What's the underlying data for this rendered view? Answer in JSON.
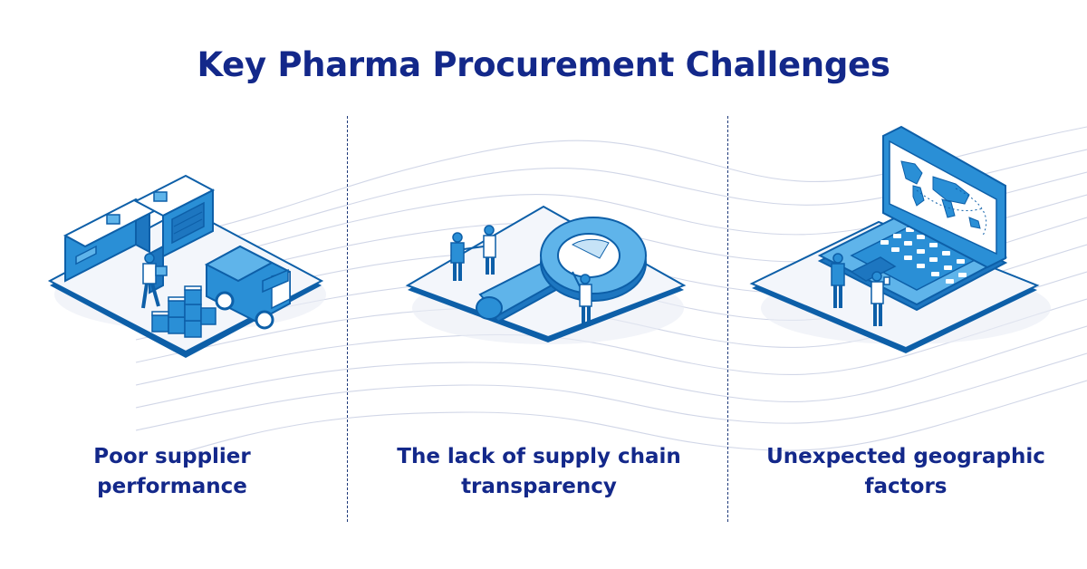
{
  "title": "Key Pharma Procurement Challenges",
  "colors": {
    "title": "#13288a",
    "illustration_primary": "#2a8fd6",
    "illustration_outline": "#0d5fa8",
    "illustration_light": "#5fb4ea",
    "platform_top": "#f3f6fb",
    "wave_lines": "#c9d0e3",
    "divider": "#1f3a7a"
  },
  "panels": [
    {
      "caption_line1": "Poor supplier",
      "caption_line2": "performance",
      "illustration": "warehouse-truck-boxes-icon"
    },
    {
      "caption_line1": "The lack of supply chain",
      "caption_line2": "transparency",
      "illustration": "magnifying-glass-people-icon"
    },
    {
      "caption_line1": "Unexpected geographic",
      "caption_line2": "factors",
      "illustration": "laptop-world-map-icon"
    }
  ]
}
